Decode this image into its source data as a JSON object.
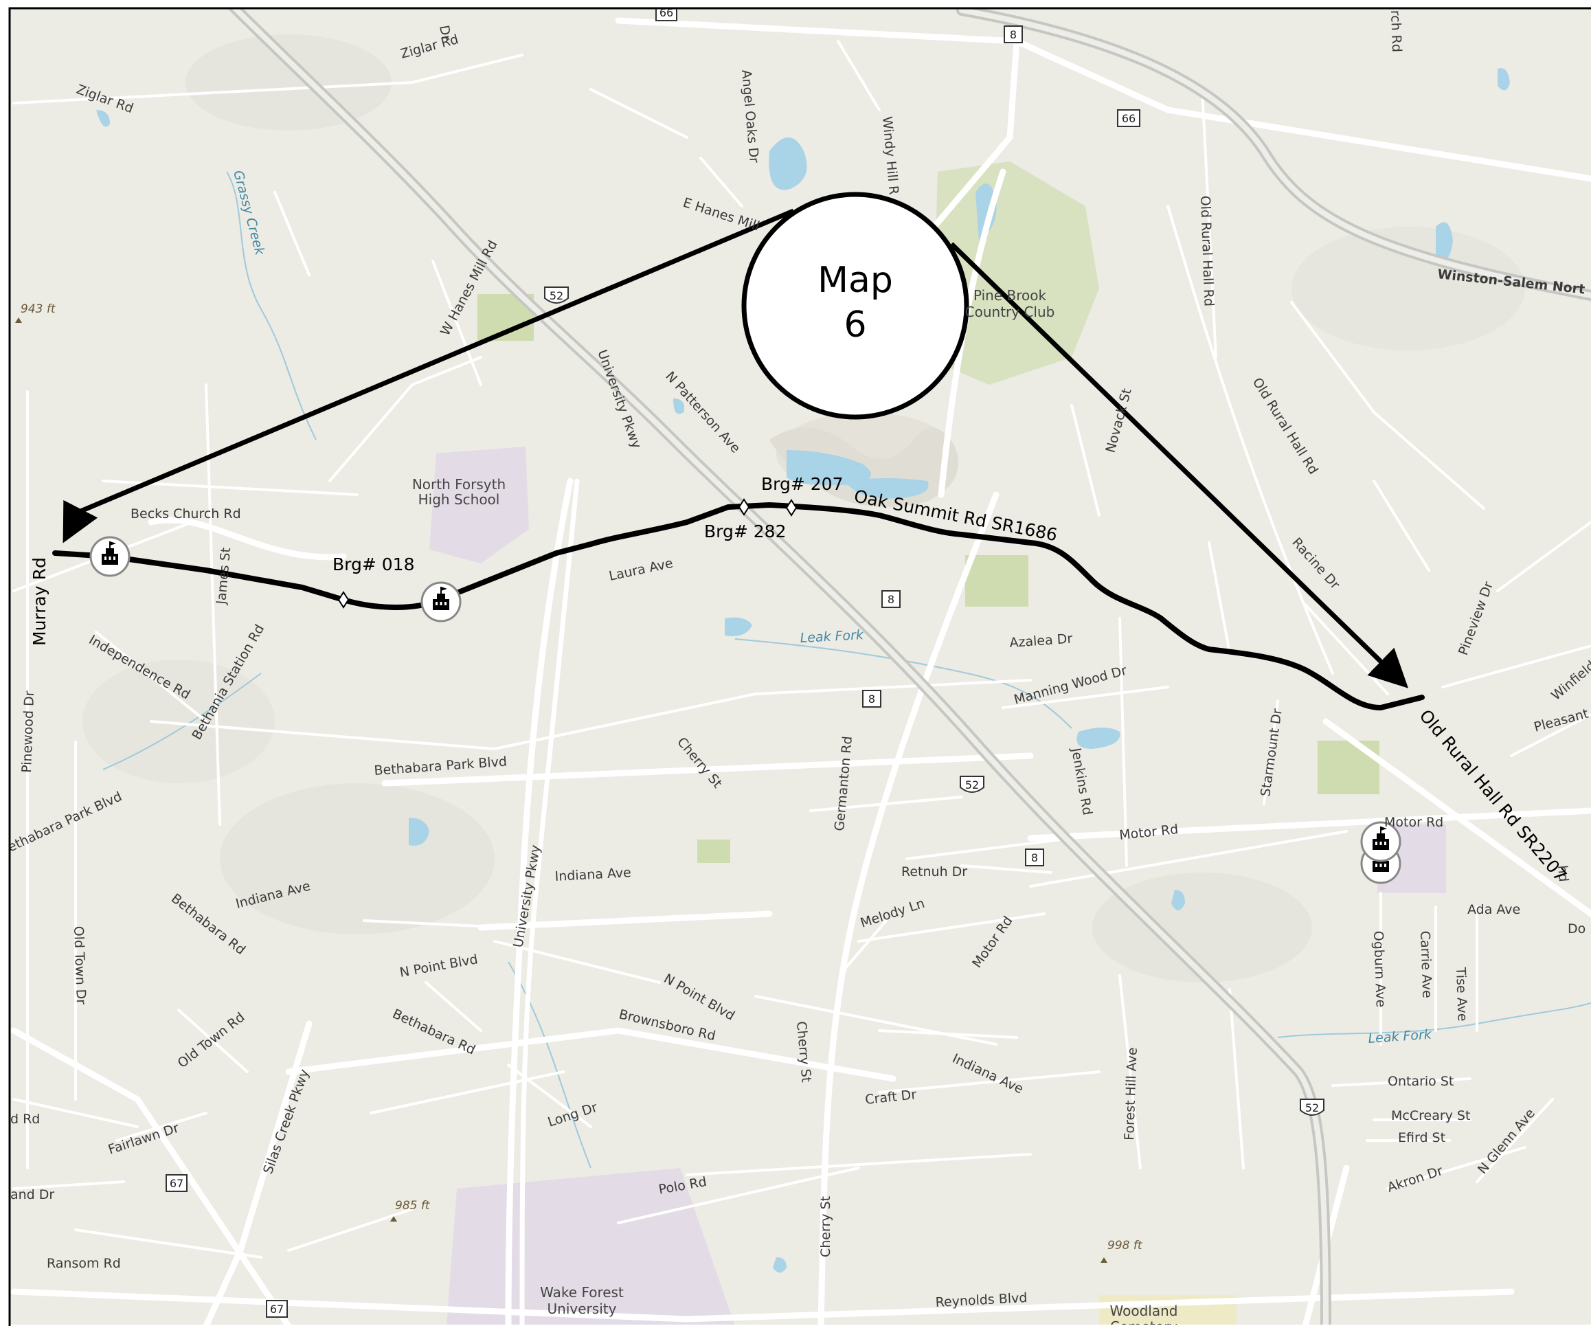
{
  "callout": {
    "line1": "Map",
    "line2": "6"
  },
  "route_labels": {
    "murray": "Murray Rd",
    "oak_summit": "Oak Summit Rd SR1686",
    "old_rural_hall": "Old Rural Hall Rd SR2207",
    "brg018": "Brg# 018",
    "brg207": "Brg# 207",
    "brg282": "Brg# 282"
  },
  "roads": {
    "ziglar1": "Ziglar Rd",
    "ziglar2": "Ziglar Rd",
    "angel_oaks": "Angel Oaks Dr",
    "windy_hill": "Windy Hill R",
    "e_hanes": "E Hanes Mill",
    "w_hanes": "W Hanes Mill Rd",
    "university1": "University Pkwy",
    "university2": "University Pkwy",
    "n_patterson": "N Patterson Ave",
    "old_rural_hall_n": "Old Rural Hall Rd",
    "old_rural_hall_mid": "Old Rural Hall Rd",
    "ws_north": "Winston-Salem Nort",
    "novack": "Novack St",
    "racine": "Racine Dr",
    "pineview": "Pineview Dr",
    "winfield": "Winfield",
    "pleasant": "Pleasant",
    "becks_church": "Becks Church Rd",
    "james": "James St",
    "laura": "Laura Ave",
    "independence": "Independence Rd",
    "bethania_station": "Bethania Station Rd",
    "pinewood": "Pinewood Dr",
    "bethabara_park": "Bethabara Park Blvd",
    "bethabara_park_w": "ethabara Park Blvd",
    "azalea": "Azalea Dr",
    "manning_wood": "Manning Wood Dr",
    "jenkins": "Jenkins Rd",
    "starmount": "Starmount Dr",
    "cherry1": "Cherry St",
    "cherry2": "Cherry St",
    "cherry3": "Cherry St",
    "germanton": "Germanton Rd",
    "motor1": "Motor Rd",
    "motor2": "Motor Rd",
    "motor3": "Motor Rd",
    "retnuh": "Retnuh Dr",
    "melody": "Melody Ln",
    "indiana1": "Indiana Ave",
    "indiana2": "Indiana Ave",
    "indiana3": "Indiana Ave",
    "bethabara_rd1": "Bethabara Rd",
    "bethabara_rd2": "Bethabara Rd",
    "n_point1": "N Point Blvd",
    "n_point2": "N Point Blvd",
    "brownsboro": "Brownsboro Rd",
    "old_town_dr": "Old Town Dr",
    "old_town_rd": "Old Town Rd",
    "silas_creek": "Silas Creek Pkwy",
    "fairlawn": "Fairlawn Dr",
    "d_rd": "d Rd",
    "and_dr": "and Dr",
    "ransom": "Ransom Rd",
    "long": "Long Dr",
    "craft": "Craft Dr",
    "polo": "Polo Rd",
    "reynolds": "Reynolds Blvd",
    "forest_hill": "Forest Hill Ave",
    "ogburn": "Ogburn Ave",
    "carrie": "Carrie Ave",
    "tise": "Tise Ave",
    "ada": "Ada Ave",
    "ontario": "Ontario St",
    "mccreary": "McCreary St",
    "efird": "Efird St",
    "akron": "Akron Dr",
    "n_glenn": "N Glenn Ave",
    "do": "Do",
    "hd": "hd",
    "rch": "rch Rd",
    "dr_top": "Dr"
  },
  "water": {
    "grassy_creek": "Grassy Creek",
    "leak_fork1": "Leak Fork",
    "leak_fork2": "Leak Fork"
  },
  "elevations": {
    "e943": "943 ft",
    "e985": "985 ft",
    "e998": "998 ft"
  },
  "pois": {
    "pine_brook1": "Pine Brook",
    "pine_brook2": "Country Club",
    "nfhs1": "North Forsyth",
    "nfhs2": "High School",
    "wfu1": "Wake Forest",
    "wfu2": "University",
    "woodland1": "Woodland",
    "woodland2": "Cemetery"
  },
  "shields": {
    "s66a": "66",
    "s66b": "66",
    "s8a": "8",
    "s8b": "8",
    "s8c": "8",
    "s8d": "8",
    "s52a": "52",
    "s52b": "52",
    "s52c": "52",
    "s67a": "67",
    "s67b": "67"
  },
  "icons": {
    "school": "school-icon",
    "bridge": "bridge-marker-icon"
  },
  "colors": {
    "route": "#000000",
    "land": "#ecebe4",
    "water": "#a9d3e6",
    "park": "#cfdcb0",
    "campus": "#e3dbe6"
  }
}
